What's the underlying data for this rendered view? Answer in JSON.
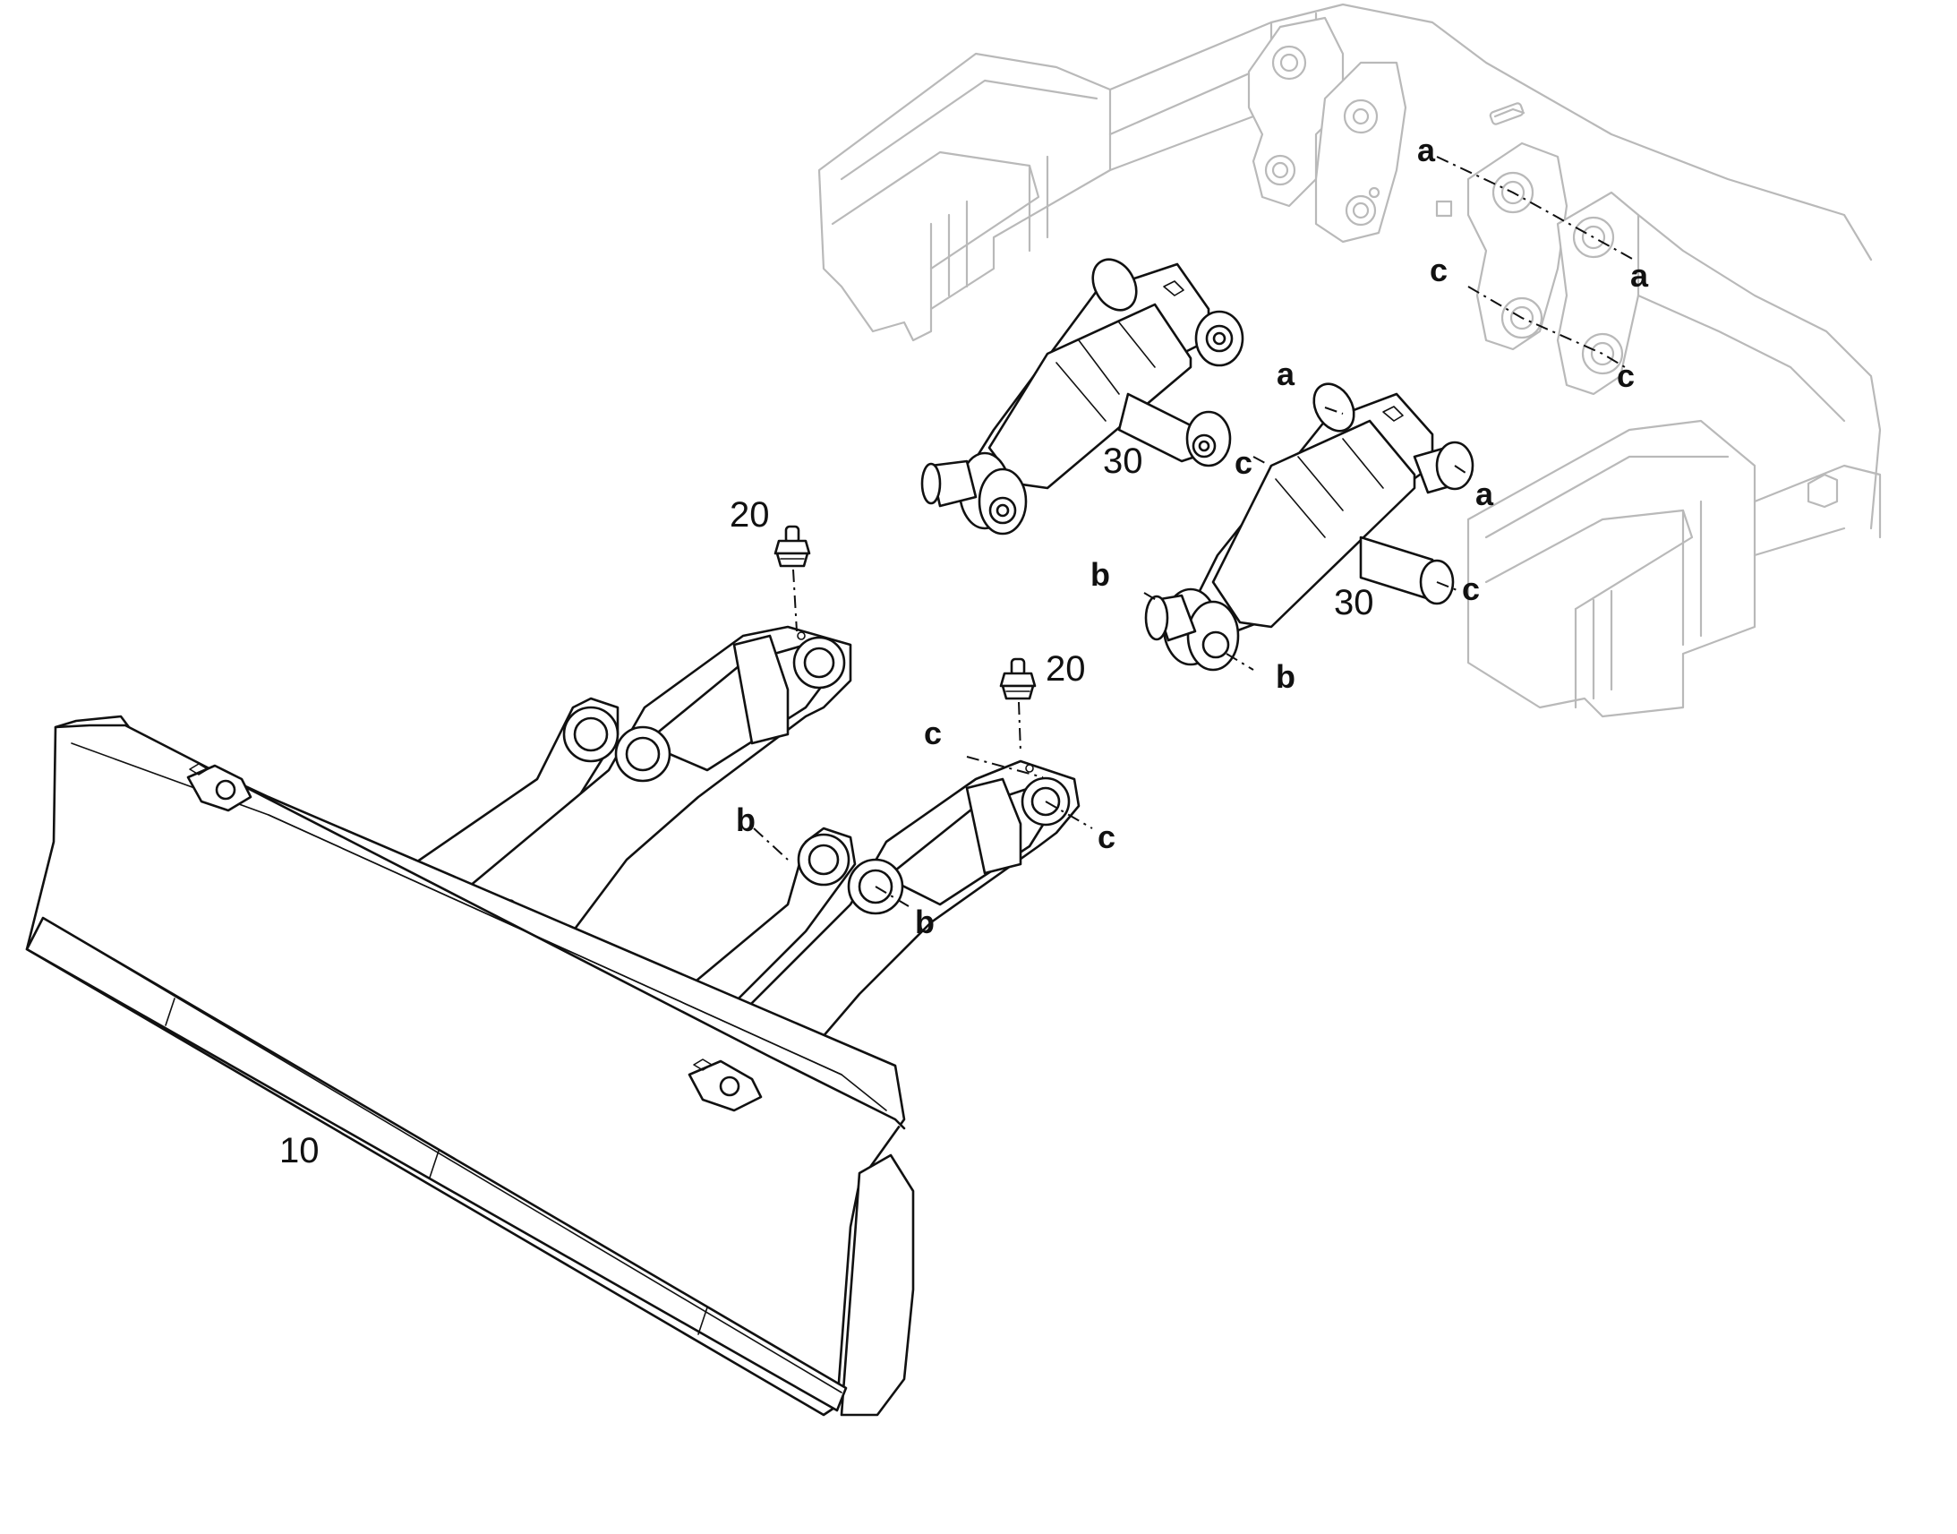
{
  "callouts": {
    "blade": "10",
    "fitting_left": "20",
    "fitting_right": "20",
    "cylinder_upper": "30",
    "cylinder_lower": "30"
  },
  "pin_letters": {
    "a1": "a",
    "a2": "a",
    "a3": "a",
    "a4": "a",
    "b1": "b",
    "b2": "b",
    "b3": "b",
    "b4": "b",
    "c1": "c",
    "c2": "c",
    "c3": "c",
    "c4": "c",
    "c5": "c",
    "c6": "c"
  },
  "colors": {
    "part_line": "#111111",
    "background_part_line": "#b9b9b9",
    "background": "#ffffff"
  }
}
